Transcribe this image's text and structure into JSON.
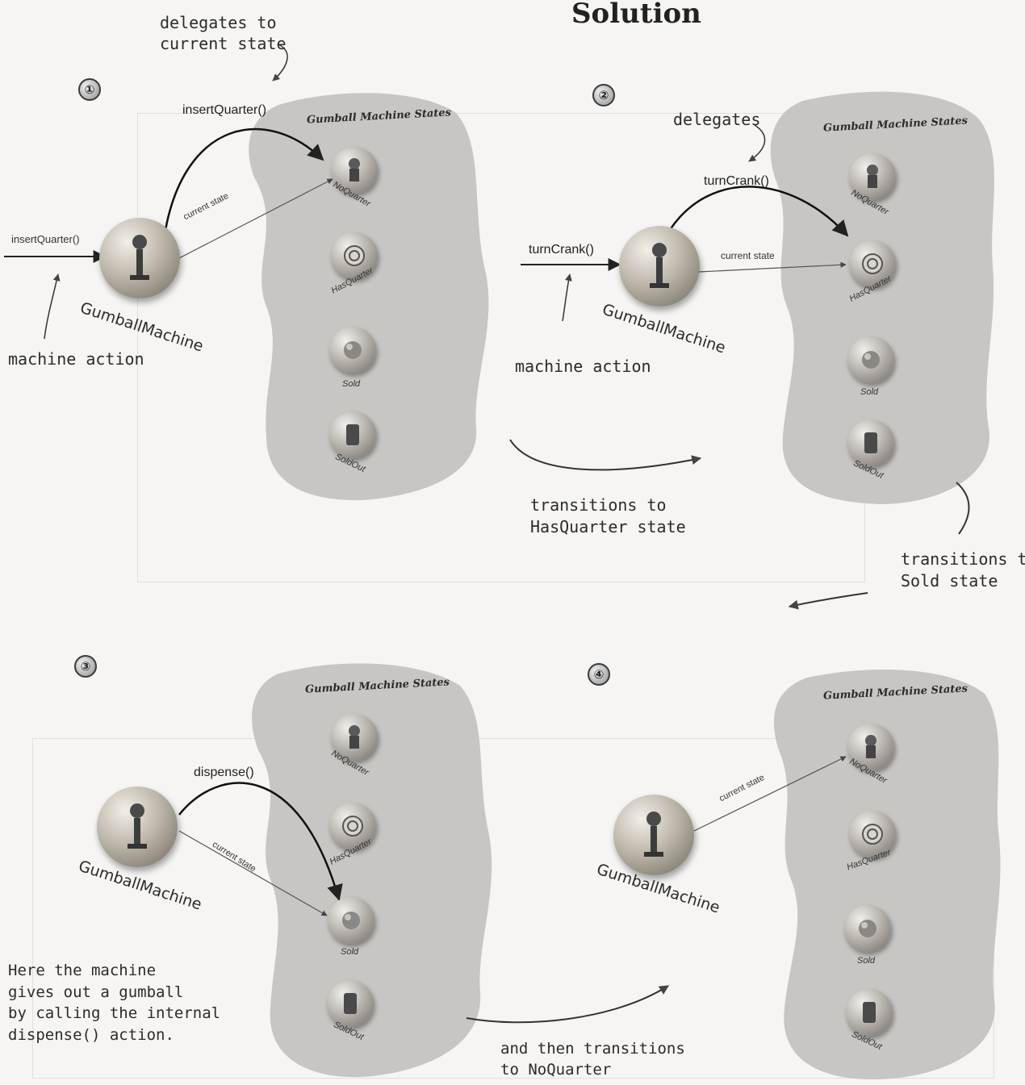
{
  "title": "Solution",
  "panels": [
    {
      "number": "①",
      "states_title": "Gumball Machine States",
      "states": [
        "NoQuarter",
        "HasQuarter",
        "Sold",
        "SoldOut"
      ],
      "machine_label": "GumballMachine",
      "input_call": "insertQuarter()",
      "delegate_call": "insertQuarter()",
      "current_state_label": "current state",
      "note_top": "delegates to\ncurrent state",
      "note_bottom": "machine action"
    },
    {
      "number": "②",
      "states_title": "Gumball Machine States",
      "states": [
        "NoQuarter",
        "HasQuarter",
        "Sold",
        "SoldOut"
      ],
      "machine_label": "GumballMachine",
      "input_call": "turnCrank()",
      "delegate_call": "turnCrank()",
      "current_state_label": "current state",
      "note_top": "delegates",
      "note_bottom": "machine action",
      "transition_note": "transitions to\nHasQuarter state",
      "side_note": "transitions to\nSold state"
    },
    {
      "number": "③",
      "states_title": "Gumball Machine States",
      "states": [
        "NoQuarter",
        "HasQuarter",
        "Sold",
        "SoldOut"
      ],
      "machine_label": "GumballMachine",
      "delegate_call": "dispense()",
      "current_state_label": "current state",
      "note_left": "Here the machine\ngives out a gumball\nby calling the internal\ndispense() action."
    },
    {
      "number": "④",
      "states_title": "Gumball Machine States",
      "states": [
        "NoQuarter",
        "HasQuarter",
        "Sold",
        "SoldOut"
      ],
      "machine_label": "GumballMachine",
      "current_state_label": "current state",
      "transition_note": "and then transitions\nto NoQuarter"
    }
  ]
}
